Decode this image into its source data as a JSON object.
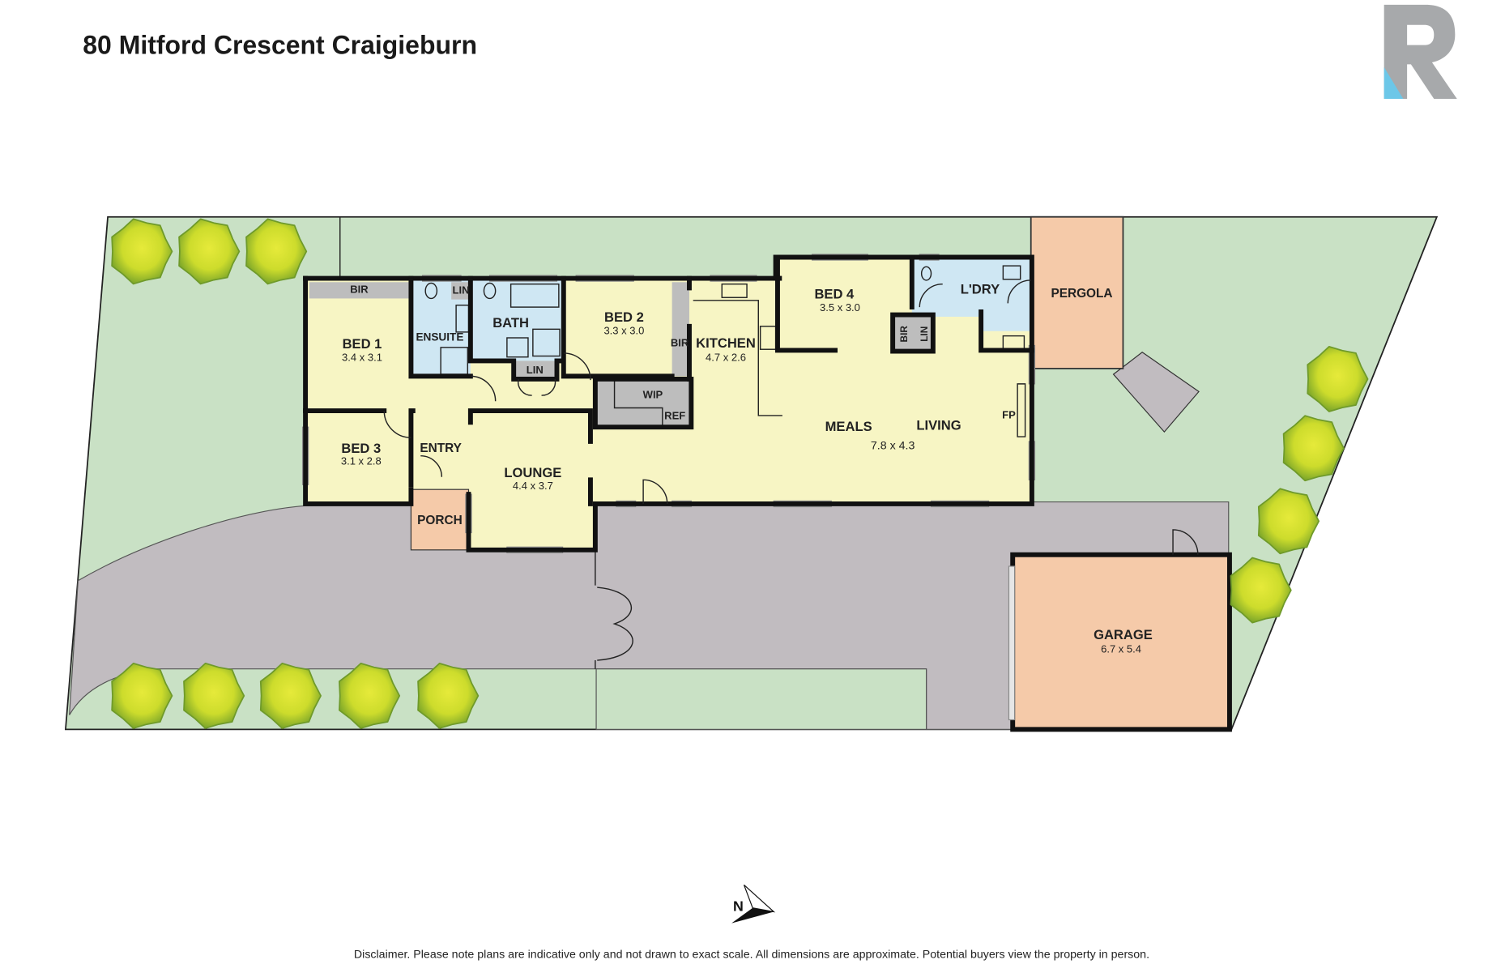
{
  "title": "80 Mitford Crescent Craigieburn",
  "logo": {
    "letter": "R",
    "grey": "#a7a9ab",
    "blue": "#6cc7e8"
  },
  "colors": {
    "lawn": "#c9e1c5",
    "driveway": "#c1bcc0",
    "interior": "#f7f5c4",
    "wet": "#cfe7f3",
    "outdoor": "#f5caa9",
    "storage": "#bdbdbd"
  },
  "rooms": {
    "bed1": {
      "name": "BED 1",
      "dims": "3.4 x 3.1"
    },
    "bed2": {
      "name": "BED 2",
      "dims": "3.3 x 3.0"
    },
    "bed3": {
      "name": "BED 3",
      "dims": "3.1 x 2.8"
    },
    "bed4": {
      "name": "BED 4",
      "dims": "3.5 x 3.0"
    },
    "kitchen": {
      "name": "KITCHEN",
      "dims": "4.7 x 2.6"
    },
    "lounge": {
      "name": "LOUNGE",
      "dims": "4.4 x 3.7"
    },
    "meals": {
      "name": "MEALS"
    },
    "living": {
      "name": "LIVING",
      "dims": "7.8 x 4.3"
    },
    "garage": {
      "name": "GARAGE",
      "dims": "6.7 x 5.4"
    },
    "ensuite": {
      "name": "ENSUITE"
    },
    "bath": {
      "name": "BATH"
    },
    "laundry": {
      "name": "L'DRY"
    },
    "pergola": {
      "name": "PERGOLA"
    },
    "entry": {
      "name": "ENTRY"
    },
    "porch": {
      "name": "PORCH"
    }
  },
  "labels": {
    "bir_bed1": "BIR",
    "lin_ensuite": "LIN",
    "lin_hall": "LIN",
    "bir_bed2": "BIR",
    "wip": "WIP",
    "ref": "REF",
    "bir_bed4": "BIR",
    "lin_bed4": "LIN",
    "fp": "FP"
  },
  "north": "N",
  "disclaimer": "Disclaimer. Please note plans are indicative only and not drawn to exact scale. All dimensions are approximate. Potential buyers view the property in person."
}
